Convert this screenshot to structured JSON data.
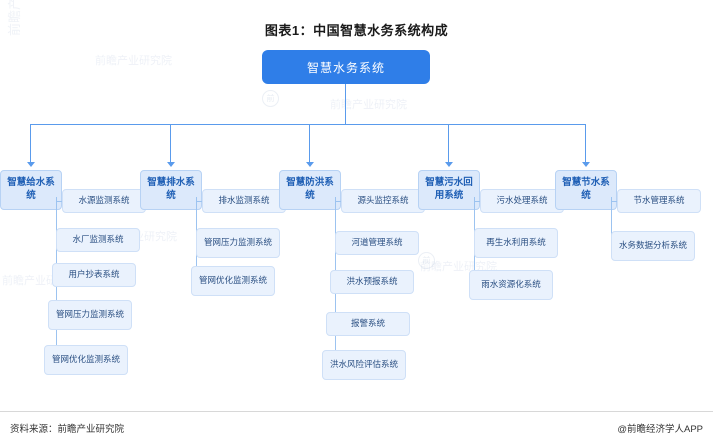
{
  "title": "图表1：中国智慧水务系统构成",
  "root": {
    "label": "智慧水务系统"
  },
  "branches": [
    {
      "label": "智慧给水系统",
      "children": [
        "水源监测系统",
        "水厂监测系统",
        "用户抄表系统",
        "管网压力监测系统",
        "管网优化监测系统"
      ]
    },
    {
      "label": "智慧排水系统",
      "children": [
        "排水监测系统",
        "管网压力监测系统",
        "管网优化监测系统"
      ]
    },
    {
      "label": "智慧防洪系统",
      "children": [
        "源头监控系统",
        "河道管理系统",
        "洪水预报系统",
        "报警系统",
        "洪水风险评估系统"
      ]
    },
    {
      "label": "智慧污水回用系统",
      "children": [
        "污水处理系统",
        "再生水利用系统",
        "雨水资源化系统"
      ]
    },
    {
      "label": "智慧节水系统",
      "children": [
        "节水管理系统",
        "水务数据分析系统"
      ]
    }
  ],
  "footer": {
    "source": "资料来源：前瞻产业研究院",
    "credit": "@前瞻经济学人APP"
  },
  "watermarks": [
    "前瞻产业研究院",
    "前瞻产业研究院",
    "前瞻产业研究院",
    "前瞻产业研究院",
    "前瞻产业研究院"
  ],
  "colors": {
    "accent": "#2f7ee8",
    "branch_bg": "#dce9fb",
    "leaf_bg": "#eaf2fd",
    "line": "#5a9bec"
  }
}
